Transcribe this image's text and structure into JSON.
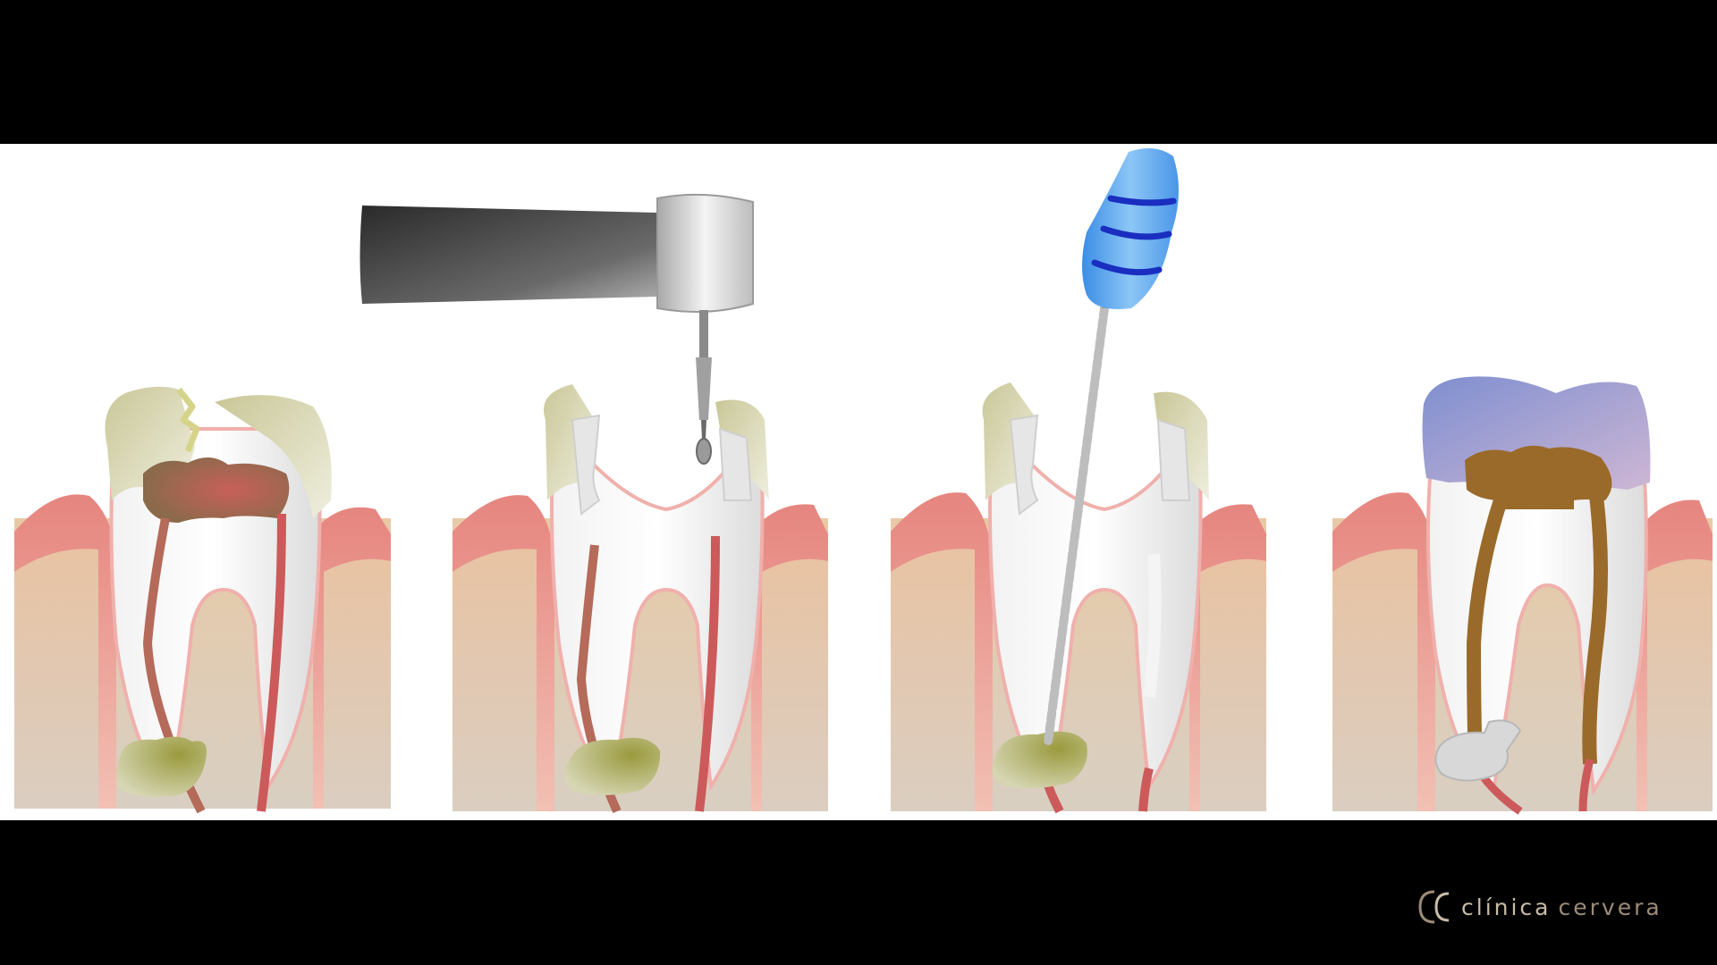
{
  "brand": {
    "word_primary": "clínica",
    "word_secondary": "cervera",
    "mark_icon": "cc-monogram-logo"
  },
  "stages": [
    {
      "id": "decayed-tooth",
      "icon": "cracked-tooth-with-infected-pulp"
    },
    {
      "id": "drilling",
      "icon": "dental-drill-handpiece"
    },
    {
      "id": "canal-cleaning",
      "icon": "endodontic-file"
    },
    {
      "id": "filled-and-crowned",
      "icon": "crowned-tooth-with-filled-canals"
    }
  ],
  "colors": {
    "background": "#000000",
    "panel": "#ffffff",
    "gum": "#e8908a",
    "bone": "#e3cfb2",
    "enamel": "#d8d6a8",
    "pulp_infected": "#b85a50",
    "root_canal": "#cc5a5a",
    "abscess": "#9a9a48",
    "filler": "#9a6a2a",
    "crown": "#9aa0d4",
    "file_handle": "#5aa6ec",
    "file_ring": "#1a2ec0",
    "drill_dark": "#3a3a3a",
    "drill_light": "#d0d0d0"
  }
}
